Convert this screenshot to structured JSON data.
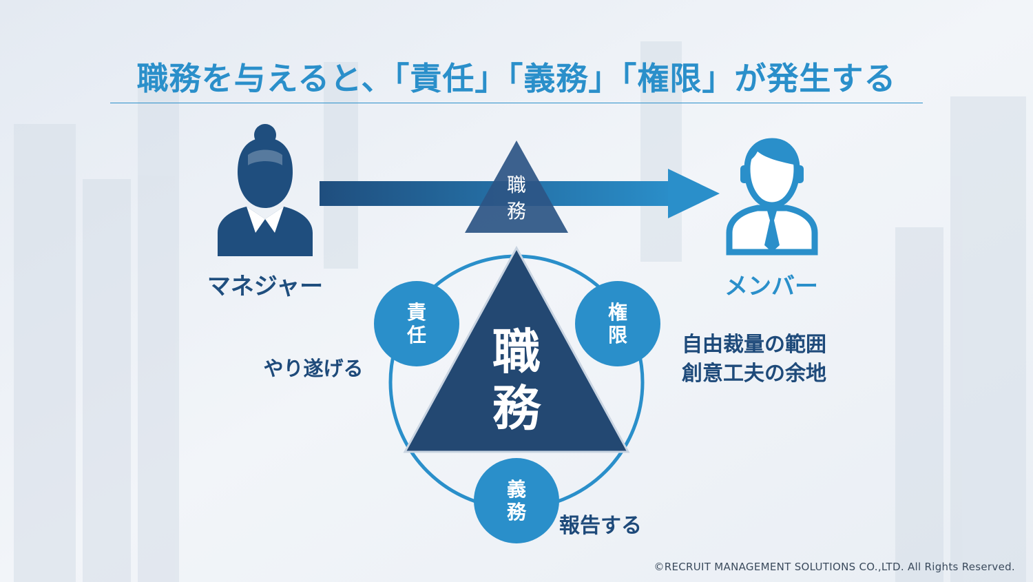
{
  "title": "職務を与えると、「責任」「義務」「権限」が発生する",
  "manager": {
    "label": "マネジャー"
  },
  "member": {
    "label": "メンバー"
  },
  "top_triangle": {
    "line1": "職",
    "line2": "務"
  },
  "center_triangle": {
    "line1": "職",
    "line2": "務"
  },
  "circles": {
    "responsibility": {
      "line1": "責",
      "line2": "任"
    },
    "authority": {
      "line1": "権",
      "line2": "限"
    },
    "duty": {
      "line1": "義",
      "line2": "務"
    }
  },
  "notes": {
    "responsibility": "やり遂げる",
    "authority_line1": "自由裁量の範囲",
    "authority_line2": "創意工夫の余地",
    "duty": "報告する"
  },
  "footer": {
    "copyright": "©RECRUIT MANAGEMENT SOLUTIONS CO.,LTD. All Rights Reserved."
  },
  "colors": {
    "accent": "#2a8fca",
    "navy": "#1f4e7e",
    "triangle": "#234872",
    "arrow_start": "#1f4e7e",
    "arrow_end": "#2a8fca"
  }
}
